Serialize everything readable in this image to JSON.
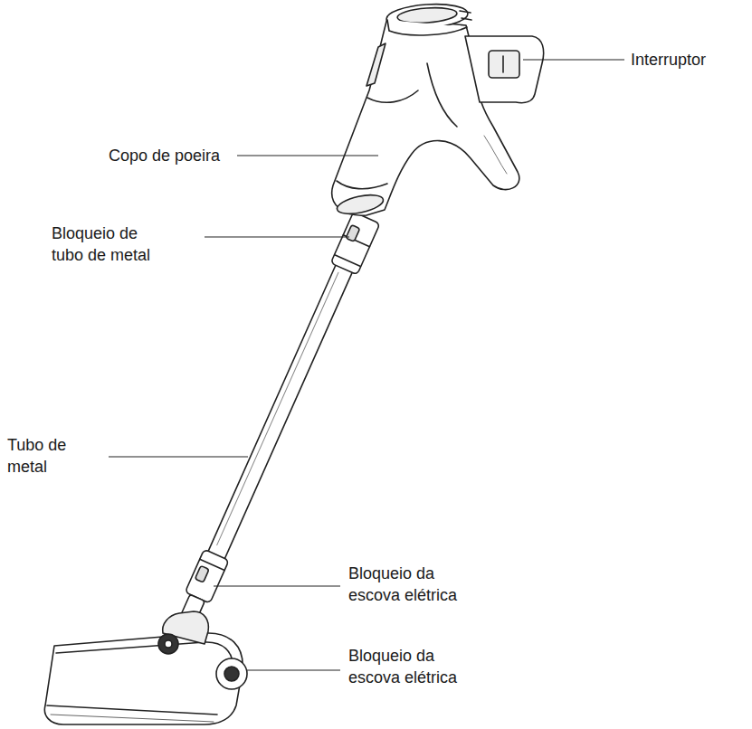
{
  "diagram": {
    "labels": [
      "Interruptor",
      "Copo de poeira",
      "Bloqueio de tubo de metal",
      "Tubo de metal",
      "Bloqueio da escova elétrica",
      "Bloqueio da escova elétrica"
    ]
  }
}
